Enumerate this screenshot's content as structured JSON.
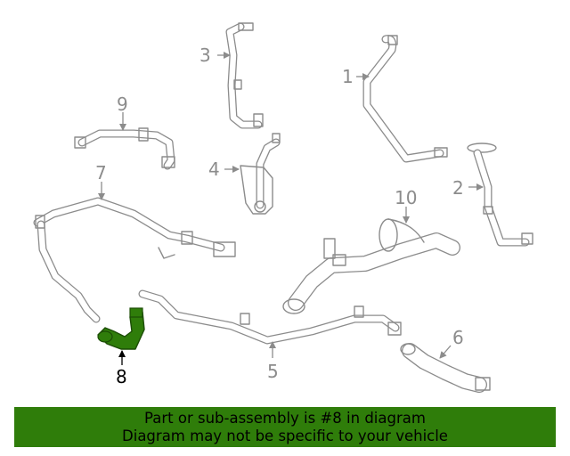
{
  "callouts": {
    "c1": "1",
    "c2": "2",
    "c3": "3",
    "c4": "4",
    "c5": "5",
    "c6": "6",
    "c7": "7",
    "c8": "8",
    "c9": "9",
    "c10": "10"
  },
  "highlighted_part": "8",
  "colors": {
    "highlight": "#2f7d0a",
    "line": "#8c8c8c",
    "banner": "#2f7d0a"
  },
  "banner": {
    "line1": "Part or sub-assembly is #8 in diagram",
    "line2": "Diagram may not be specific to your vehicle"
  }
}
